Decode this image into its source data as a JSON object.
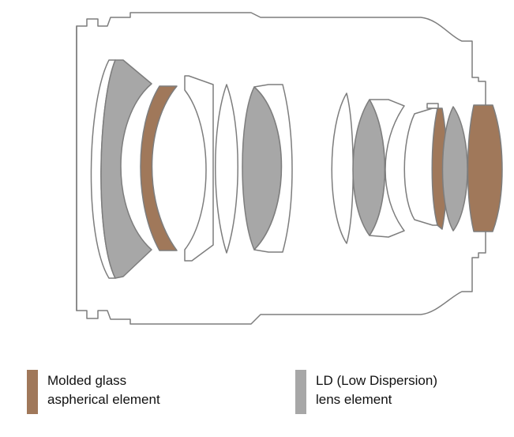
{
  "colors": {
    "outline": "#7d7d7d",
    "aspherical": "#a0785a",
    "ld": "#a7a7a7",
    "plain": "#ffffff",
    "text": "#111111"
  },
  "legend": [
    {
      "id": "molded-glass-aspherical",
      "line1": "Molded glass",
      "line2": "aspherical element",
      "color": "#a0785a"
    },
    {
      "id": "ld-low-dispersion",
      "line1": "LD (Low Dispersion)",
      "line2": "lens element",
      "color": "#a7a7a7"
    }
  ],
  "elements": [
    {
      "name": "lens-element-1",
      "type": "plain"
    },
    {
      "name": "lens-element-2",
      "type": "ld"
    },
    {
      "name": "lens-element-3",
      "type": "aspherical"
    },
    {
      "name": "lens-element-4",
      "type": "plain"
    },
    {
      "name": "lens-element-5",
      "type": "plain"
    },
    {
      "name": "lens-element-6",
      "type": "ld"
    },
    {
      "name": "lens-element-7",
      "type": "plain"
    },
    {
      "name": "lens-element-8",
      "type": "plain"
    },
    {
      "name": "lens-element-9",
      "type": "ld"
    },
    {
      "name": "lens-element-10",
      "type": "plain"
    },
    {
      "name": "lens-element-11",
      "type": "plain"
    },
    {
      "name": "lens-element-12",
      "type": "plain"
    },
    {
      "name": "lens-element-13",
      "type": "aspherical"
    },
    {
      "name": "lens-element-14",
      "type": "ld"
    },
    {
      "name": "lens-element-15",
      "type": "aspherical"
    }
  ]
}
